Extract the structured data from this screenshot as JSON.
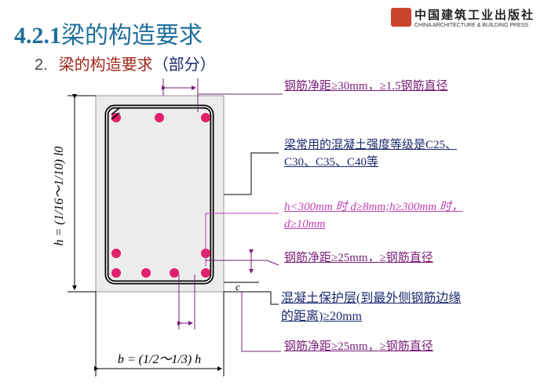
{
  "title": {
    "number": "4.2.1",
    "text": "梁的构造要求"
  },
  "subtitle": {
    "number": "2.",
    "text": "梁的构造要求",
    "suffix": "（部分）"
  },
  "logo": {
    "cn": "中国建筑工业出版社",
    "en": "CHINA ARCHITECTURE & BUILDING PRESS"
  },
  "diagram": {
    "height_label": "h = (1/16～1/10) l0",
    "width_label": "b = (1/2～1/3) h",
    "cover_symbol": "c"
  },
  "notes": {
    "top_spacing": "钢筋净距≥30mm，≥1.5钢筋直径",
    "concrete_grade_1": "梁常用的混凝土强度等级是C25、",
    "concrete_grade_2": "C30、C35、C40等",
    "bar_dia_1": "h<300mm 时 d≥8mm;h≥300mm 时，",
    "bar_dia_2": "d≥10mm",
    "row_spacing": "钢筋净距≥25mm，≥钢筋直径",
    "cover_1": "混凝土保护层(到最外侧钢筋边缘",
    "cover_2": "的距离)≥20mm",
    "bottom_spacing": "钢筋净距≥25mm，≥钢筋直径"
  },
  "colors": {
    "bar": "#e0206a",
    "title": "#1f6e9c"
  }
}
